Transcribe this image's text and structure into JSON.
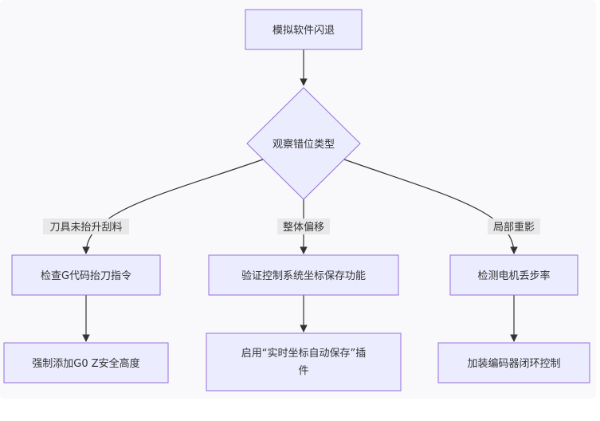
{
  "diagram": {
    "colors": {
      "node_fill": "#ececff",
      "node_stroke": "#9370db",
      "edge": "#333333",
      "text": "#333333",
      "edge_label_bg": "#e8e8e8"
    },
    "nodes": {
      "start": "模拟软件闪退",
      "decision": "观察错位类型",
      "check_gcode": "检查G代码抬刀指令",
      "force_g0": "强制添加G0 Z安全高度",
      "verify_coord": "验证控制系统坐标保存功能",
      "enable_plugin_line1": "启用“实时坐标自动保存”插",
      "enable_plugin_line2": "件",
      "check_motor": "检测电机丢步率",
      "encoder": "加装编码器闭环控制"
    },
    "edges": {
      "left_label": "刀具未抬升刮料",
      "middle_label": "整体偏移",
      "right_label": "局部重影"
    }
  }
}
